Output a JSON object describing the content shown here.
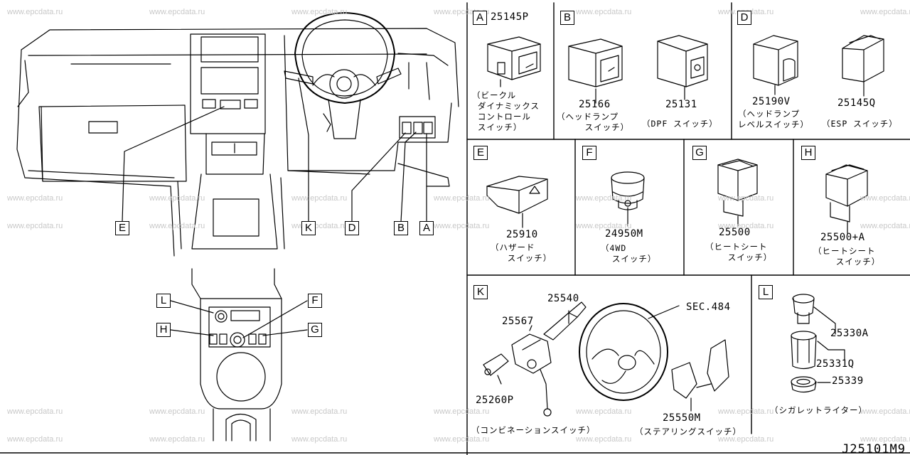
{
  "watermark": "www.epcdata.ru",
  "diagram_code": "J25101M9",
  "overview": {
    "callouts": [
      "E",
      "K",
      "D",
      "B",
      "A",
      "L",
      "F",
      "H",
      "G"
    ]
  },
  "panels": [
    {
      "letter": "A",
      "parts": [
        {
          "number": "25145P",
          "caption": "（ビークル\n ダイナミックス\n コントロール\n スイッチ）"
        }
      ]
    },
    {
      "letter": "B",
      "parts": [
        {
          "number": "25166",
          "caption": "（ヘッドランプ\n     スイッチ）"
        },
        {
          "number": "25131",
          "caption": "（DPF スイッチ）"
        }
      ]
    },
    {
      "letter": "D",
      "parts": [
        {
          "number": "25190V",
          "caption": "（ヘッドランプ\nレベルスイッチ）"
        },
        {
          "number": "25145Q",
          "caption": "（ESP スイッチ）"
        }
      ]
    },
    {
      "letter": "E",
      "parts": [
        {
          "number": "25910",
          "caption": "（ハザード\n   スイッチ）"
        }
      ]
    },
    {
      "letter": "F",
      "parts": [
        {
          "number": "24950M",
          "caption": "（4WD\n  スイッチ）"
        }
      ]
    },
    {
      "letter": "G",
      "parts": [
        {
          "number": "25500",
          "caption": "（ヒートシート\n    スイッチ）"
        }
      ]
    },
    {
      "letter": "H",
      "parts": [
        {
          "number": "25500+A",
          "caption": "（ヒートシート\n    スイッチ）"
        }
      ]
    },
    {
      "letter": "K",
      "parts": [
        {
          "number": "25540"
        },
        {
          "number": "25567"
        },
        {
          "number": "SEC.484"
        },
        {
          "number": "25260P"
        },
        {
          "number": "25550M"
        }
      ],
      "captions": [
        "（コンビネーションスイッチ）",
        "（ステアリングスイッチ）"
      ]
    },
    {
      "letter": "L",
      "parts": [
        {
          "number": "25330A"
        },
        {
          "number": "25331Q"
        },
        {
          "number": "25339"
        }
      ],
      "captions": [
        "（シガレットライター）"
      ]
    }
  ],
  "colors": {
    "line": "#000000",
    "watermark": "#c8c8c8",
    "background": "#ffffff"
  }
}
